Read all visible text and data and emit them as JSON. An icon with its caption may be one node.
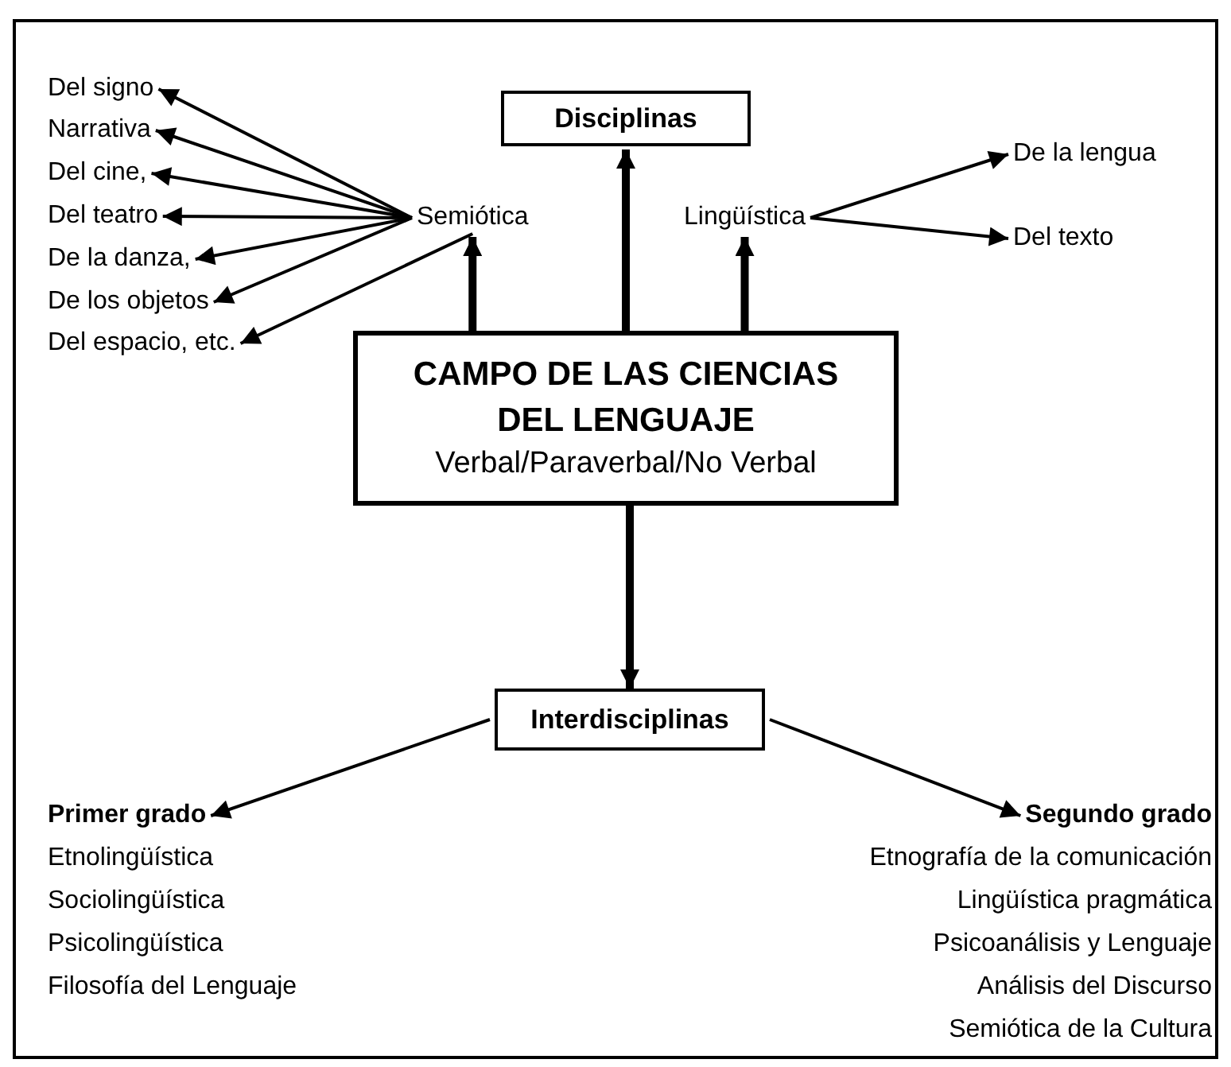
{
  "diagram": {
    "nodes": [
      {
        "text": [
          "Disciplinas"
        ]
      },
      {
        "text": [
          "CAMPO DE LAS CIENCIAS DEL LENGUAJE",
          "Verbal/Paraverbal/No Verbal"
        ]
      },
      {
        "text": [
          "Semiótica"
        ]
      },
      {
        "text": [
          "Lingüística"
        ]
      },
      {
        "text": [
          "Del signo"
        ]
      },
      {
        "text": [
          "Narrativa"
        ]
      },
      {
        "text": [
          "Del cine,"
        ]
      },
      {
        "text": [
          "Del teatro"
        ]
      },
      {
        "text": [
          "De la danza,"
        ]
      },
      {
        "text": [
          "De los objetos"
        ]
      },
      {
        "text": [
          "Del espacio, etc."
        ]
      },
      {
        "text": [
          "De la lengua"
        ]
      },
      {
        "text": [
          "Del texto"
        ]
      },
      {
        "text": [
          "Interdisciplinas"
        ]
      },
      {
        "text": [
          "Primer grado"
        ]
      },
      {
        "text": [
          "Segundo grado"
        ]
      }
    ],
    "edges": [
      {
        "from": 1,
        "to": 0,
        "arrow": "to",
        "style": "thick"
      },
      {
        "from": 1,
        "to": 2,
        "arrow": "to",
        "style": "thick"
      },
      {
        "from": 1,
        "to": 3,
        "arrow": "to",
        "style": "thick"
      },
      {
        "from": 2,
        "to": 4,
        "arrow": "to"
      },
      {
        "from": 2,
        "to": 5,
        "arrow": "to"
      },
      {
        "from": 2,
        "to": 6,
        "arrow": "to"
      },
      {
        "from": 2,
        "to": 7,
        "arrow": "to"
      },
      {
        "from": 2,
        "to": 8,
        "arrow": "to"
      },
      {
        "from": 2,
        "to": 9,
        "arrow": "to"
      },
      {
        "from": 2,
        "to": 10,
        "arrow": "to"
      },
      {
        "from": 3,
        "to": 11,
        "arrow": "to"
      },
      {
        "from": 3,
        "to": 12,
        "arrow": "to"
      },
      {
        "from": 1,
        "to": 13,
        "arrow": "to",
        "style": "thick"
      },
      {
        "from": 13,
        "to": 14,
        "arrow": "to"
      },
      {
        "from": 13,
        "to": 15,
        "arrow": "to"
      }
    ],
    "labels": [
      "Etnolingüística",
      "Sociolingüística",
      "Psicolingüística",
      "Filosofía del Lenguaje",
      "Etnografía de la comunicación",
      "Lingüística pragmática",
      "Psicoanálisis y Lenguaje",
      "Análisis del Discurso",
      "Semiótica de la Cultura"
    ]
  }
}
